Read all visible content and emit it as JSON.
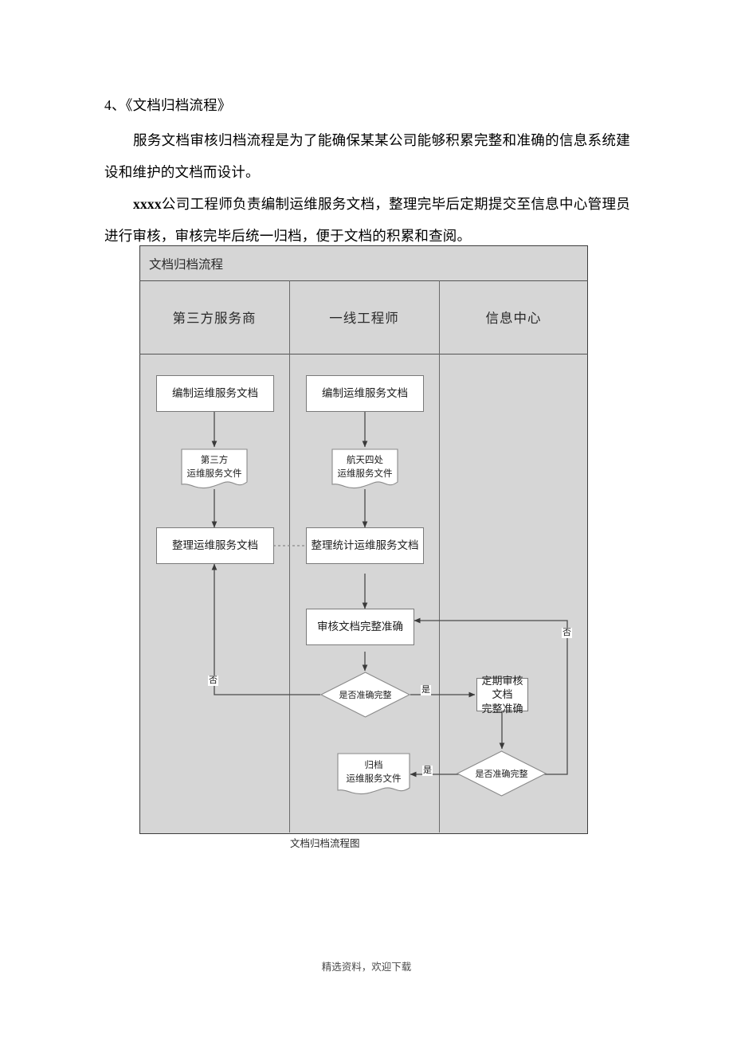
{
  "document": {
    "heading": "4、《文档归档流程》",
    "paragraphs": [
      "服务文档审核归档流程是为了能确保某某公司能够积累完整和准确的信息系统建设和维护的文档而设计。",
      "公司工程师负责编制运维服务文档，整理完毕后定期提交至信息中心管理员进行审核，审核完毕后统一归档，便于文档的积累和查阅。"
    ],
    "paragraph2_prefix": "xxxx",
    "caption": "文档归档流程图",
    "footer": "精选资料，欢迎下载"
  },
  "flowchart": {
    "title": "文档归档流程",
    "lanes": [
      {
        "label": "第三方服务商"
      },
      {
        "label": "一线工程师"
      },
      {
        "label": "信息中心"
      }
    ],
    "nodes": [
      {
        "id": "n1",
        "type": "process",
        "label": "编制运维服务文档",
        "lane": 0
      },
      {
        "id": "n2",
        "type": "document",
        "label_line1": "第三方",
        "label_line2": "运维服务文件",
        "lane": 0
      },
      {
        "id": "n3",
        "type": "process",
        "label": "整理运维服务文档",
        "lane": 0
      },
      {
        "id": "n4",
        "type": "process",
        "label": "编制运维服务文档",
        "lane": 1
      },
      {
        "id": "n5",
        "type": "document",
        "label_line1": "航天四处",
        "label_line2": "运维服务文件",
        "lane": 1
      },
      {
        "id": "n6",
        "type": "process",
        "label": "整理统计运维服务文档",
        "lane": 1
      },
      {
        "id": "n7",
        "type": "process",
        "label": "审核文档完整准确",
        "lane": 1
      },
      {
        "id": "n8",
        "type": "decision",
        "label": "是否准确完整",
        "lane": 1
      },
      {
        "id": "n9",
        "type": "document",
        "label_line1": "归档",
        "label_line2": "运维服务文件",
        "lane": 1
      },
      {
        "id": "n10",
        "type": "process",
        "label_line1": "定期审核文档",
        "label_line2": "完整准确",
        "lane": 2
      },
      {
        "id": "n11",
        "type": "decision",
        "label": "是否准确完整",
        "lane": 2
      }
    ],
    "edge_labels": {
      "left_no": "否",
      "yes_to_review": "是",
      "right_no": "否",
      "yes_to_archive": "是"
    },
    "colors": {
      "lane_background": "#d6d6d6",
      "frame_border": "#3d3d3d",
      "node_fill": "#ffffff",
      "node_border": "#7a7a7a",
      "connector": "#4a4a4a"
    }
  }
}
